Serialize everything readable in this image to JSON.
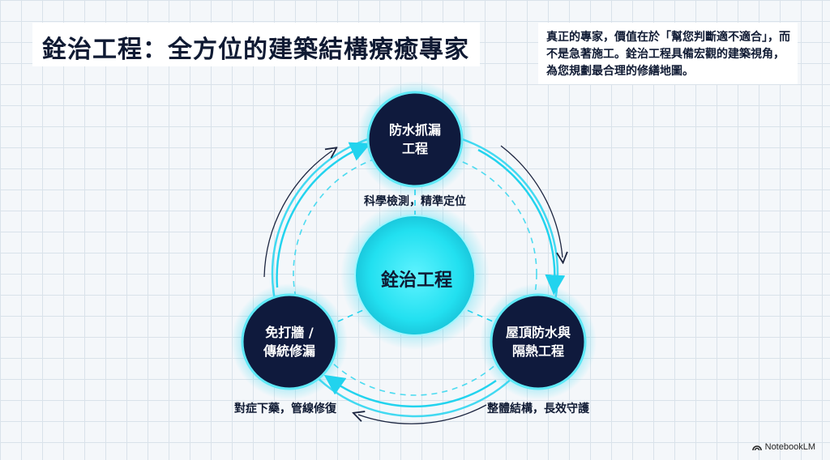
{
  "title": "銓治工程：全方位的建築結構療癒專家",
  "description": "真正的專家，價值在於「幫您判斷適不適合」，而不是急著施工。銓治工程具備宏觀的建築視角，為您規劃最合理的修繕地圖。",
  "center": {
    "label": "銓治工程"
  },
  "nodes": [
    {
      "line1": "防水抓漏",
      "line2": "工程",
      "caption": "科學檢測，精準定位"
    },
    {
      "line1": "屋頂防水與",
      "line2": "隔熱工程",
      "caption": "整體結構，長效守護"
    },
    {
      "line1": "免打牆 /",
      "line2": "傳統修漏",
      "caption": "對症下藥，管線修復"
    }
  ],
  "brand": {
    "label": "NotebookLM",
    "icon": "notebooklm-logo-icon"
  },
  "colors": {
    "node_fill": "#0f1a3d",
    "glow": "#22d3ee",
    "center_fill": "#2ee6f5",
    "text_dark": "#0f1a33"
  }
}
